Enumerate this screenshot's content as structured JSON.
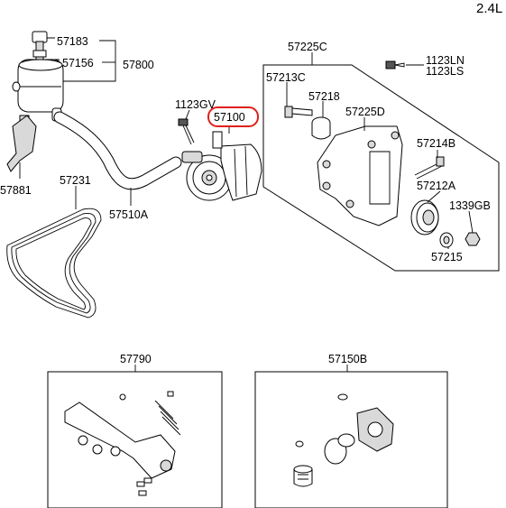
{
  "engine": "2.4L",
  "highlight_color": "#e0201b",
  "labels": {
    "p57183": "57183",
    "p57156": "57156",
    "p57800": "57800",
    "p57881": "57881",
    "p57231": "57231",
    "p57510A": "57510A",
    "p1123GV": "1123GV",
    "p57100": "57100",
    "p57225C": "57225C",
    "p1123LN": "1123LN",
    "p1123LS": "1123LS",
    "p57213C": "57213C",
    "p57218": "57218",
    "p57225D": "57225D",
    "p57214B": "57214B",
    "p57212A": "57212A",
    "p1339GB": "1339GB",
    "p57215": "57215",
    "p57790": "57790",
    "p57150B": "57150B"
  }
}
